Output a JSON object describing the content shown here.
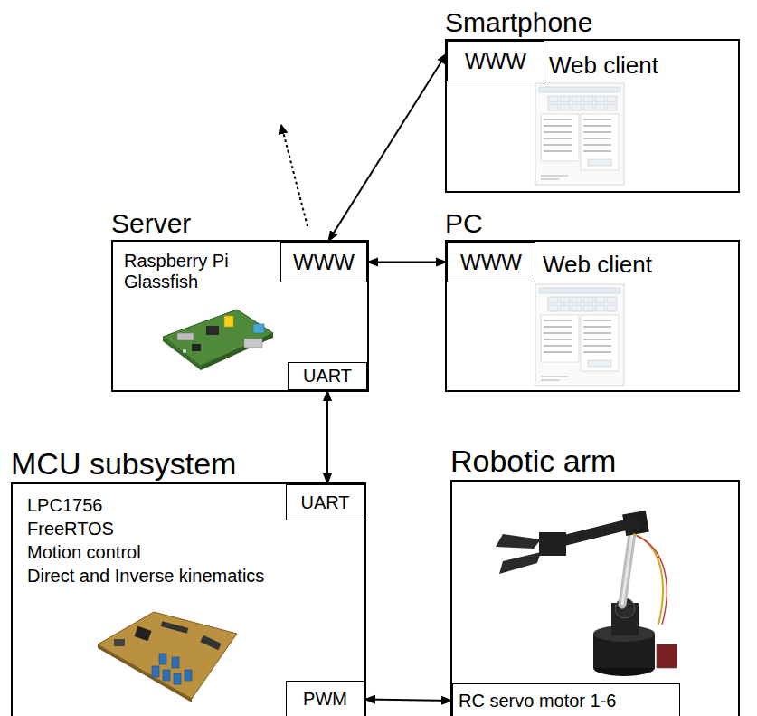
{
  "diagram": {
    "nodes": [
      {
        "text": [
          "Smartphone",
          "Web client"
        ]
      },
      {
        "text": [
          "WWW"
        ],
        "in": 0
      },
      {
        "text": [
          "Server",
          "Raspberry Pi Glassfish"
        ]
      },
      {
        "text": [
          "WWW"
        ],
        "in": 2
      },
      {
        "text": [
          "UART"
        ],
        "in": 2
      },
      {
        "text": [
          "PC",
          "Web client"
        ]
      },
      {
        "text": [
          "WWW"
        ],
        "in": 5
      },
      {
        "text": [
          "MCU subsystem",
          "LPC1756",
          "FreeRTOS",
          "Motion control",
          "Direct and Inverse kinematics"
        ]
      },
      {
        "text": [
          "UART"
        ],
        "in": 7
      },
      {
        "text": [
          "PWM"
        ],
        "in": 7
      },
      {
        "text": [
          "Robotic arm"
        ]
      },
      {
        "text": [
          "RC servo motor 1-6"
        ],
        "in": 10
      }
    ],
    "edges": [
      {
        "from": 3,
        "to": 1,
        "arrow": "both"
      },
      {
        "from": 3,
        "to": 6,
        "arrow": "both"
      },
      {
        "from": 4,
        "to": 8,
        "arrow": "both"
      },
      {
        "from": 9,
        "to": 11,
        "arrow": "both"
      }
    ]
  }
}
